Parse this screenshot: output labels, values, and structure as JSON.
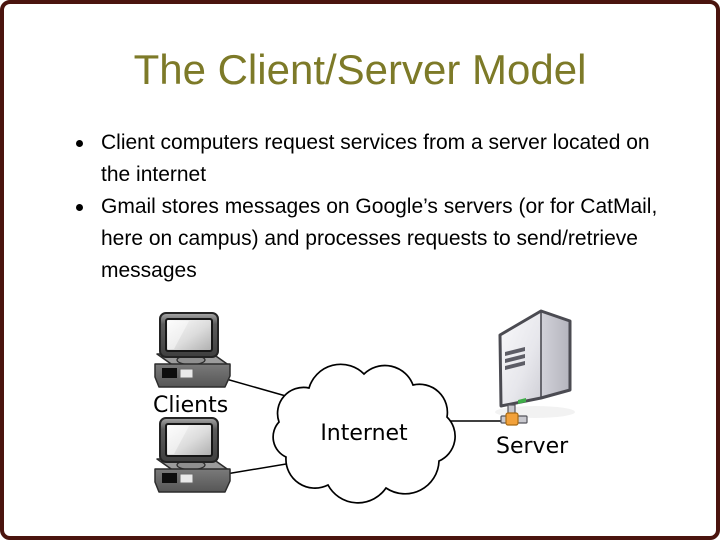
{
  "slide": {
    "title": "The Client/Server Model",
    "colors": {
      "title": "#7d7a28",
      "border": "#4a140e",
      "body_text": "#000000",
      "background": "#ffffff",
      "connector_accent": "#f2a13a"
    },
    "bullets": [
      {
        "text": "Client computers request services from a server located on the internet"
      },
      {
        "text": "Gmail stores messages on Google’s servers (or for CatMail, here on campus) and processes requests to send/retrieve messages"
      }
    ]
  },
  "diagram": {
    "clients_label": "Clients",
    "internet_label": "Internet",
    "server_label": "Server"
  }
}
